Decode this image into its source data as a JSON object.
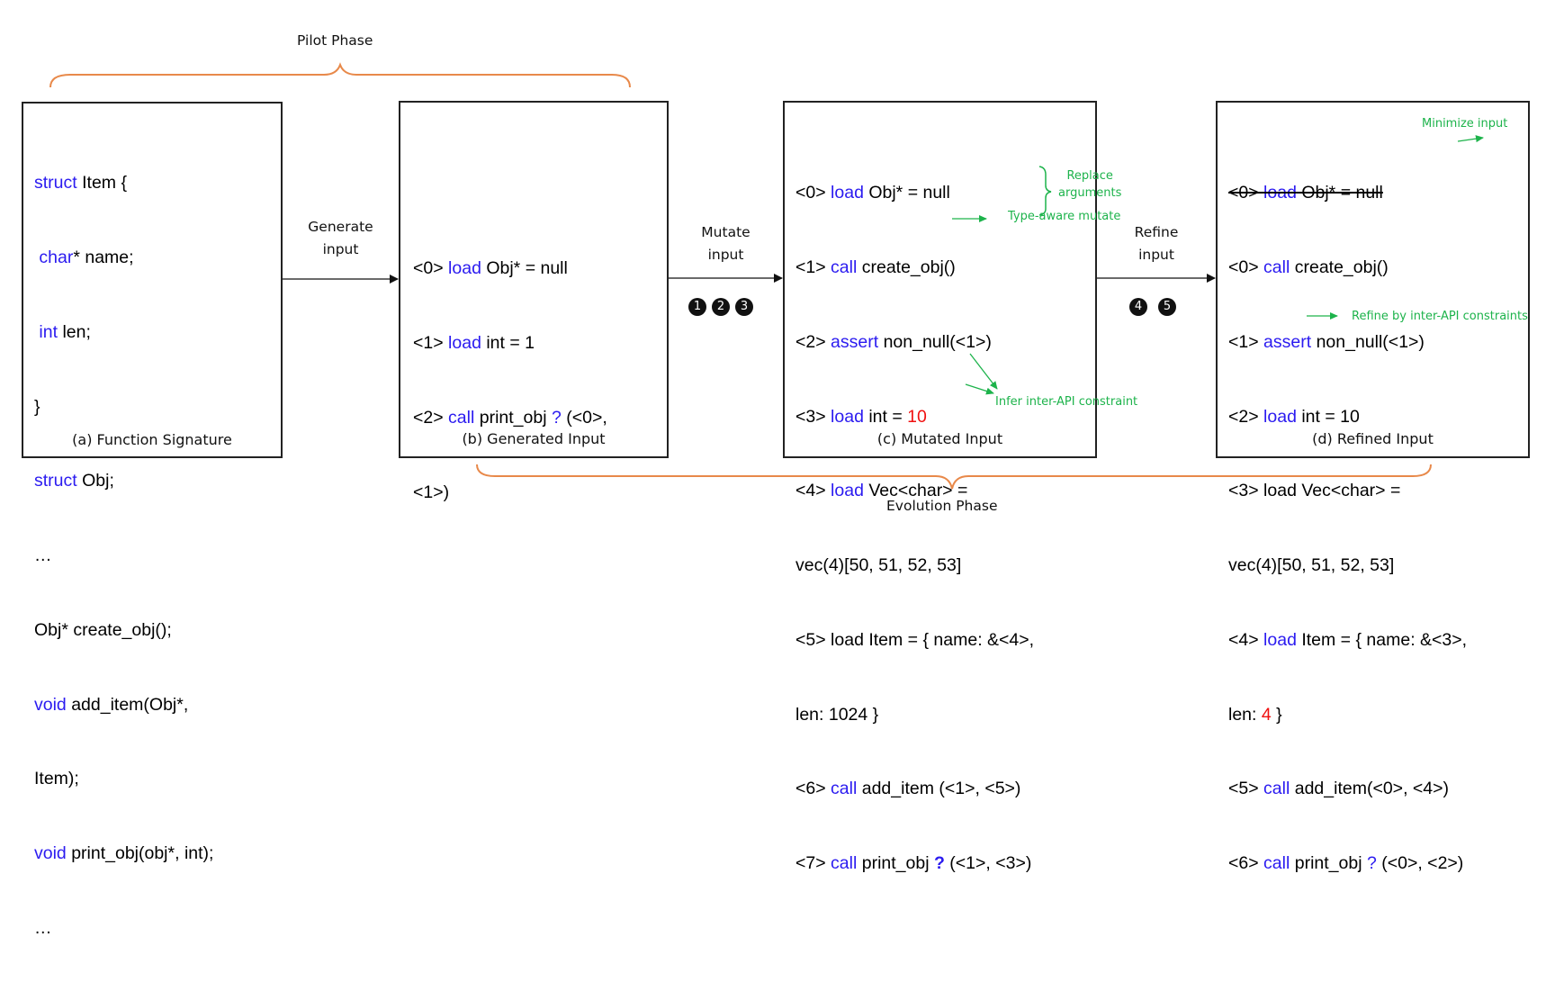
{
  "phases": {
    "pilot": "Pilot Phase",
    "evolution": "Evolution  Phase"
  },
  "colors": {
    "keyword": "#2b1bf0",
    "annotation": "#1db34b",
    "highlight": "#f01010",
    "brace": "#e8894a"
  },
  "transitions": [
    {
      "label_line1": "Generate",
      "label_line2": "input",
      "steps": []
    },
    {
      "label_line1": "Mutate",
      "label_line2": "input",
      "steps": [
        "1",
        "2",
        "3"
      ]
    },
    {
      "label_line1": "Refine",
      "label_line2": "input",
      "steps": [
        "4",
        "5"
      ]
    }
  ],
  "boxes": {
    "a": {
      "caption": "(a) Function Signature",
      "lines": [
        {
          "kw": "struct",
          "rest": " Item {"
        },
        {
          "indent": " ",
          "kw": "char",
          "rest": "* name;"
        },
        {
          "indent": " ",
          "kw": "int",
          "rest": " len;"
        },
        {
          "kw": "",
          "rest": "}"
        },
        {
          "kw": "struct",
          "rest": " Obj;"
        },
        {
          "kw": "",
          "rest": "…"
        },
        {
          "kw": "",
          "rest": "Obj* create_obj();"
        },
        {
          "kw": "void",
          "rest": " add_item(Obj*,"
        },
        {
          "kw": "",
          "rest": "Item);"
        },
        {
          "kw": "void",
          "rest": " print_obj(obj*, int);"
        },
        {
          "kw": "",
          "rest": "…"
        }
      ]
    },
    "b": {
      "caption": "(b) Generated Input",
      "lines": [
        {
          "pre": "<0> ",
          "kw": "load",
          "rest": " Obj* = null"
        },
        {
          "pre": "<1> ",
          "kw": "load",
          "rest": " int = 1"
        },
        {
          "pre": "<2> ",
          "kw": "call",
          "rest": " print_obj ",
          "q": "?",
          "post": " (<0>,"
        },
        {
          "pre": "",
          "kw": "",
          "rest": "<1>)"
        }
      ]
    },
    "c": {
      "caption": "(c) Mutated Input",
      "lines": [
        {
          "pre": "<0> ",
          "kw": "load",
          "rest": " Obj* = null"
        },
        {
          "pre": "<1> ",
          "kw": "call",
          "rest": " create_obj()"
        },
        {
          "pre": "<2> ",
          "kw": "assert",
          "rest": " non_null(<1>)"
        },
        {
          "pre": "<3> ",
          "kw": "load",
          "rest": " int = ",
          "red": "10"
        },
        {
          "pre": "<4> ",
          "kw": "load",
          "rest": " Vec<char> ="
        },
        {
          "pre": "",
          "kw": "",
          "rest": "vec(4)[50, 51, 52, 53]"
        },
        {
          "pre": "<5> ",
          "kw": "",
          "rest": "load Item = { name: &<4>,"
        },
        {
          "pre": "",
          "kw": "",
          "rest": "len: 1024 }"
        },
        {
          "pre": "<6> ",
          "kw": "call",
          "rest": " add_item (<1>, <5>)"
        },
        {
          "pre": "<7> ",
          "kw": "call",
          "rest": " print_obj ",
          "q": "?",
          "post": " (<1>, <3>)"
        }
      ],
      "annotations": {
        "replace_line1": "Replace",
        "replace_line2": "arguments",
        "type_aware": "Type-aware mutate",
        "infer": "Infer inter-API  constraint"
      }
    },
    "d": {
      "caption": "(d) Refined Input",
      "lines": [
        {
          "pre": "<0> ",
          "kw": "load",
          "rest": " Obj* = null",
          "struck": true
        },
        {
          "pre": "<0> ",
          "kw": "call",
          "rest": " create_obj()"
        },
        {
          "pre": "<1> ",
          "kw": "assert",
          "rest": " non_null(<1>)"
        },
        {
          "pre": "<2> ",
          "kw": "load",
          "rest": " int = 10"
        },
        {
          "pre": "<3> ",
          "kw": "",
          "rest": "load Vec<char> ="
        },
        {
          "pre": "",
          "kw": "",
          "rest": "vec(4)[50, 51, 52, 53]"
        },
        {
          "pre": "<4> ",
          "kw": "load",
          "rest": " Item = { name: &<3>,"
        },
        {
          "pre": "",
          "kw": "",
          "rest": "len: ",
          "red": "4",
          "post": " }"
        },
        {
          "pre": "<5> ",
          "kw": "call",
          "rest": " add_item(<0>, <4>)"
        },
        {
          "pre": "<6> ",
          "kw": "call",
          "rest": " print_obj ",
          "q": "?",
          "post": " (<0>, <2>)"
        }
      ],
      "annotations": {
        "minimize": "Minimize input",
        "refine": "Refine by  inter-API constraints"
      }
    }
  }
}
